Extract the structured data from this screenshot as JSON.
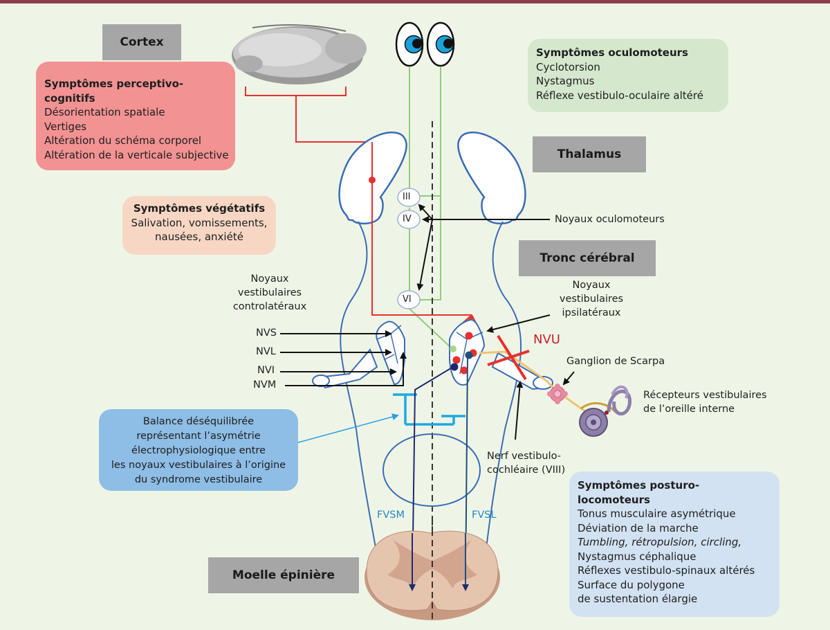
{
  "colors": {
    "background": "#eff5e6",
    "top_bar": "#8e3b4d",
    "region_label": "#a6a6a6",
    "perceptive": "#f39292",
    "oculomotor": "#d5e8cd",
    "vegetative": "#f7d7c4",
    "posturo": "#d2e2f2",
    "balance": "#8ebde5",
    "outline_blue": "#3a6cb5",
    "red_pathway": "#e8302e",
    "green_pathway": "#8fcc7e",
    "fvs_label": "#1f88c9",
    "nvu": "#c9202a"
  },
  "regions": {
    "cortex": "Cortex",
    "thalamus": "Thalamus",
    "brainstem": "Tronc cérébral",
    "spinal_cord": "Moelle épinière"
  },
  "symptoms": {
    "perceptive": {
      "title": "Symptômes perceptivo-cognitifs",
      "items": [
        "Désorientation spatiale",
        "Vertiges",
        "Altération du schéma corporel",
        "Altération de la verticale subjective"
      ]
    },
    "oculomotor": {
      "title": "Symptômes oculomoteurs",
      "items": [
        "Cyclotorsion",
        "Nystagmus",
        "Réflexe vestibulo-oculaire altéré"
      ]
    },
    "vegetative": {
      "title": "Symptômes végétatifs",
      "items": [
        "Salivation, vomissements,",
        "nausées, anxiété"
      ]
    },
    "posturo": {
      "title": "Symptômes posturo-locomoteurs",
      "items": [
        "Tonus musculaire asymétrique",
        "Déviation de la marche",
        "Tumbling, rétropulsion, circling,",
        "Nystagmus céphalique",
        "Réflexes vestibulo-spinaux altérés",
        "Surface du polygone",
        "de sustentation élargie"
      ],
      "italic_parts": [
        "Tumbling",
        "rétropulsion",
        "circling"
      ]
    }
  },
  "balance_note": {
    "lines": [
      "Balance déséquilibrée",
      "représentant l’asymétrie",
      "électrophysiologique entre",
      "les noyaux vestibulaires à l’origine",
      "du syndrome vestibulaire"
    ]
  },
  "labels": {
    "oculomotor_nuclei": "Noyaux oculomoteurs",
    "nuclei": [
      "III",
      "IV",
      "VI"
    ],
    "contra_nuclei": [
      "Noyaux",
      "vestibulaires",
      "controlatéraux"
    ],
    "ipsi_nuclei": [
      "Noyaux",
      "vestibulaires",
      "ipsilatéraux"
    ],
    "vestibular_nuclei": [
      "NVS",
      "NVL",
      "NVI",
      "NVM"
    ],
    "nvu": "NVU",
    "scarpa": "Ganglion de Scarpa",
    "receptors": [
      "Récepteurs vestibulaires",
      "de l’oreille interne"
    ],
    "nerve": [
      "Nerf vestibulo-",
      "cochléaire (VIII)"
    ],
    "fvsm": "FVSM",
    "fvsl": "FVSL"
  }
}
